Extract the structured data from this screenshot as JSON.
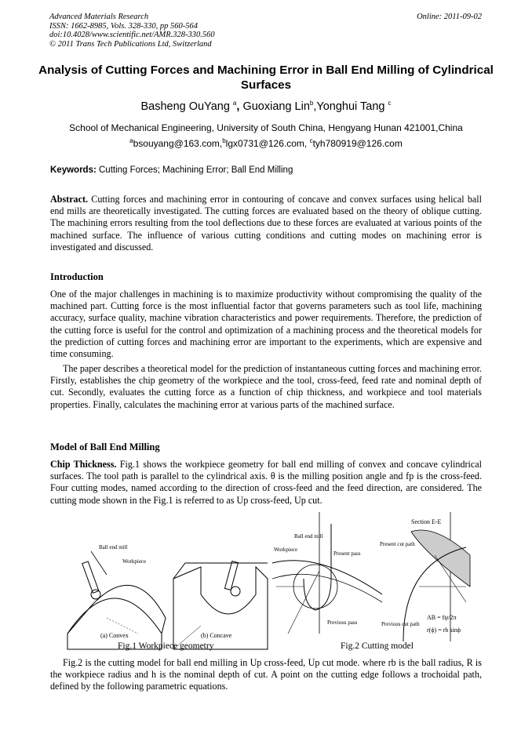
{
  "header": {
    "journal": "Advanced Materials Research",
    "issn": "ISSN: 1662-8985, Vols. 328-330, pp 560-564",
    "doi": "doi:10.4028/www.scientific.net/AMR.328-330.560",
    "copyright": "© 2011 Trans Tech Publications Ltd, Switzerland",
    "online": "Online: 2011-09-02"
  },
  "title": "Analysis of Cutting Forces and Machining Error in Ball End Milling of Cylindrical Surfaces",
  "authors": {
    "a1": "Basheng OuYang",
    "a1_sup": "a",
    "a2": "Guoxiang Lin",
    "a2_sup": "b",
    "a3": "Yonghui Tang",
    "a3_sup": "c"
  },
  "affiliation": "School of Mechanical Engineering, University of South China, Hengyang Hunan 421001,China",
  "emails": {
    "e1_sup": "a",
    "e1": "bsouyang@163.com,",
    "e2_sup": "b",
    "e2": "lgx0731@126.com, ",
    "e3_sup": "c",
    "e3": "tyh780919@126.com"
  },
  "keywords": {
    "label": "Keywords:",
    "text": " Cutting Forces; Machining Error; Ball End Milling"
  },
  "abstract": {
    "label": "Abstract.",
    "text": "  Cutting forces and machining error in contouring of concave and convex surfaces using helical ball end mills are theoretically investigated. The cutting forces are evaluated based on the theory of oblique cutting. The machining errors resulting from the tool deflections due to these forces are evaluated at various points of the machined surface. The influence of various cutting conditions and cutting modes on machining error is investigated and discussed."
  },
  "introduction": {
    "heading": "Introduction",
    "p1": "One of the major challenges in machining is to maximize productivity without compromising the quality of the machined part. Cutting force is the most influential factor that governs parameters such as tool life, machining accuracy, surface quality, machine vibration characteristics and power requirements. Therefore, the prediction of the cutting force is useful for the control and optimization of a machining process and the theoretical models for the prediction of cutting forces and machining error are important to the experiments, which are expensive and time consuming.",
    "p2": "The paper describes a theoretical model for the prediction of instantaneous cutting forces and machining error. Firstly, establishes the chip geometry of the workpiece and the tool, cross-feed, feed rate and nominal depth of cut. Secondly, evaluates the cutting force as a function of chip thickness, and workpiece and tool materials properties. Finally, calculates the machining error at various parts of the machined surface."
  },
  "model": {
    "heading": "Model of Ball End Milling",
    "chip_label": "Chip Thickness.",
    "chip_text": " Fig.1 shows the workpiece geometry for ball end milling of convex and concave cylindrical surfaces. The tool path is parallel to the cylindrical axis. θ is the milling position angle and fp is the cross-feed. Four cutting modes, named according to the direction of cross-feed and the feed direction, are considered. The cutting mode shown in the Fig.1 is referred to as Up cross-feed, Up cut.",
    "p_after": "Fig.2 is the cutting model for ball end milling in Up cross-feed, Up cut mode. where rb is the ball radius, R is the workpiece radius and h is the nominal depth of cut. A point on the cutting edge follows a trochoidal path, defined by the following parametric equations."
  },
  "figures": {
    "fig1_caption": "Fig.1 Workpiece geometry",
    "fig2_caption": "Fig.2 Cutting model",
    "fig1a_sub": "(a) Convex",
    "fig1b_sub": "(b) Concave",
    "ball_end_mill": "Ball end mill",
    "workpiece": "Workpiece",
    "section": "Section E-E",
    "present_pass": "Present pass",
    "previous_pass": "Previous pass",
    "present_cut_path": "Present cut path",
    "previous_cut_path": "Previous cut path",
    "eq_ab": "AB = fψ/2π",
    "eq_r": "r(ϕ) = rb sinϕ"
  }
}
